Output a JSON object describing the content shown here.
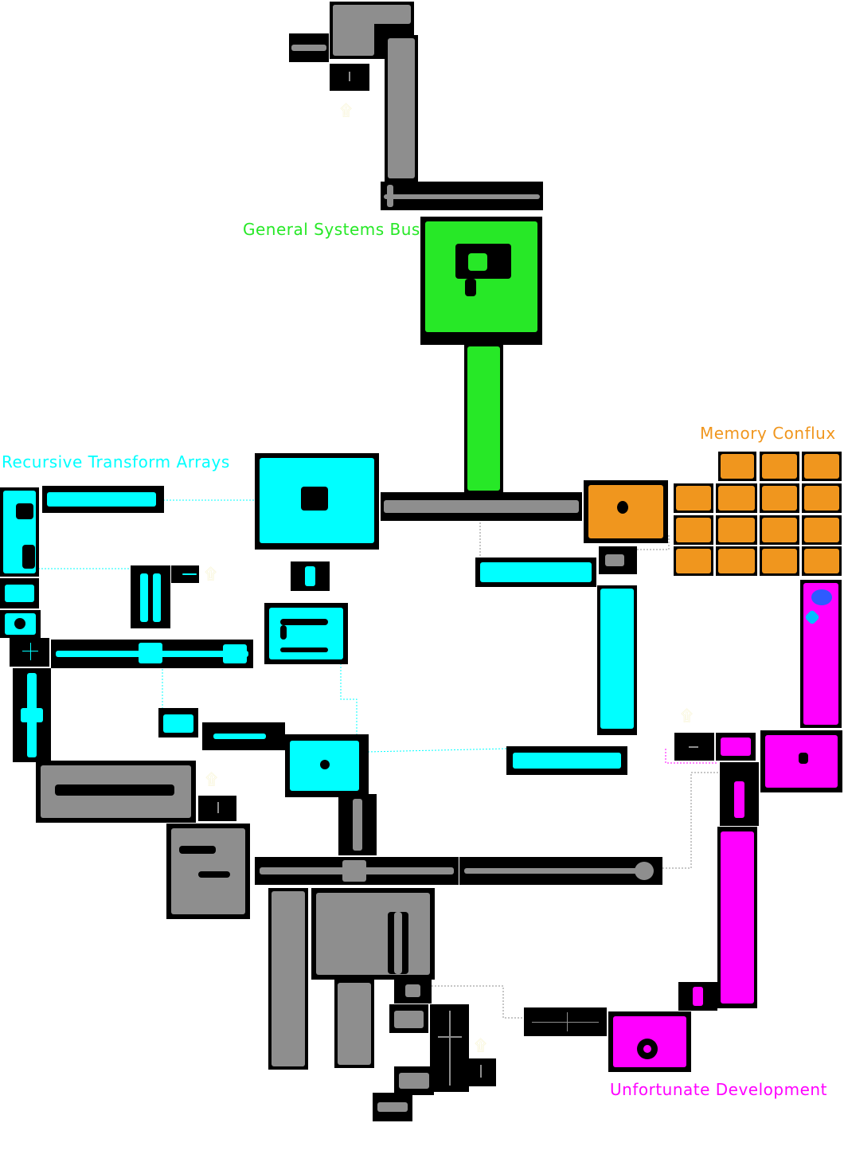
{
  "colors": {
    "gray": "#8e8e8e",
    "green": "#27e827",
    "cyan": "#00ffff",
    "orange": "#f0961e",
    "magenta": "#ff00ff",
    "blue": "#2e5bff",
    "label_green": "#27e827",
    "label_cyan": "#00ffff",
    "label_orange": "#f0961e",
    "label_magenta": "#ff00ff",
    "marker": "#f6f2c8"
  },
  "regions": {
    "general_systems_bus": "General Systems Bus",
    "recursive_transform_arrays": "Recursive Transform Arrays",
    "memory_conflux": "Memory Conflux",
    "unfortunate_development": "Unfortunate Development"
  },
  "markers": {
    "symbol": "۩"
  }
}
